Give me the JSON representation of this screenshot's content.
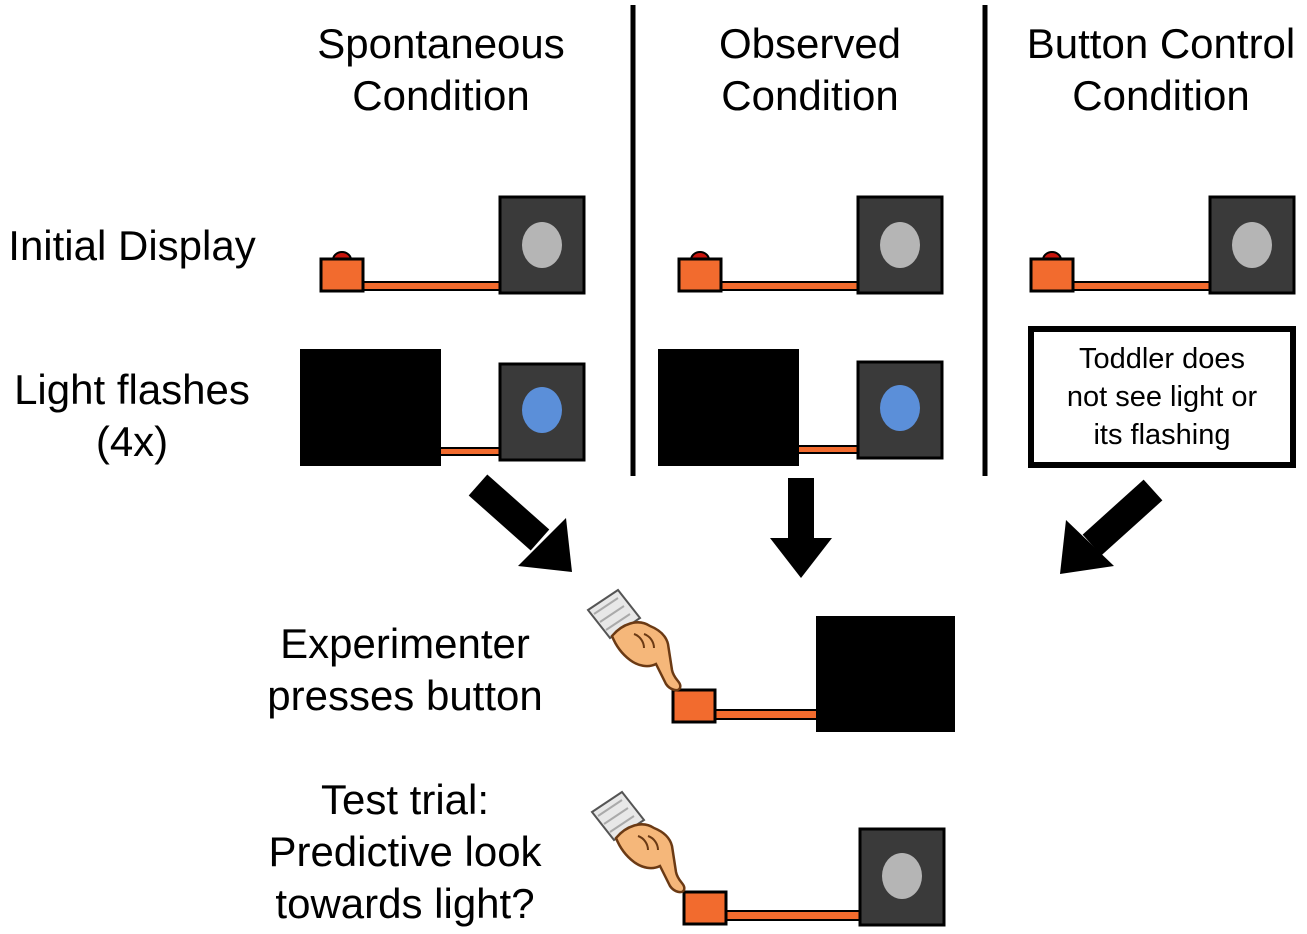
{
  "columns": [
    {
      "title": "Spontaneous\nCondition"
    },
    {
      "title": "Observed\nCondition"
    },
    {
      "title": "Button Control\nCondition"
    }
  ],
  "rows": {
    "initial_display": "Initial Display",
    "light_flashes": "Light flashes\n(4x)",
    "experimenter_presses": "Experimenter\npresses button",
    "test_trial": "Test trial:\nPredictive look\ntowards light?"
  },
  "control_note": "Toddler does\nnot see light or\nits flashing",
  "colors": {
    "button_orange": "#f26b2e",
    "button_red_cap": "#c8140c",
    "wire": "#f26b2e",
    "light_box": "#3a3a3a",
    "light_off": "#b5b5b5",
    "light_on": "#5b8fd9",
    "occluder": "#000000"
  },
  "icons": [
    "pointing-hand-icon",
    "arrow-down-right-icon",
    "arrow-down-icon",
    "arrow-down-left-icon"
  ]
}
